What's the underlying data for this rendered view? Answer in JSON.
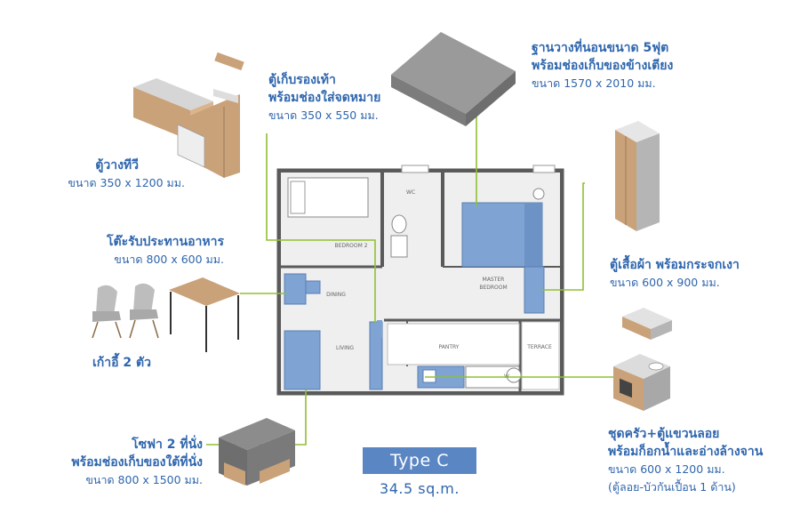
{
  "plan": {
    "type_label": "Type C",
    "area_label": "34.5 sq.m.",
    "rooms": {
      "wc": "WC",
      "bedroom2": "BEDROOM 2",
      "master": "MASTER",
      "master2": "BEDROOM",
      "dining": "DINING",
      "living": "LIVING",
      "pantry": "PANTRY",
      "terrace": "TERRACE",
      "w": "W"
    }
  },
  "callouts": {
    "shoe_cabinet": {
      "title": "ตู้เก็บรองเท้า",
      "title2": "พร้อมช่องใส่จดหมาย",
      "size": "ขนาด 350 x 550 มม."
    },
    "bed_base": {
      "title": "ฐานวางที่นอนขนาด 5ฟุต",
      "title2": "พร้อมช่องเก็บของข้างเตียง",
      "size": "ขนาด 1570 x 2010 มม."
    },
    "tv_cabinet": {
      "title": "ตู้วางทีวี",
      "size": "ขนาด 350 x 1200 มม."
    },
    "dining_table": {
      "title": "โต๊ะรับประทานอาหาร",
      "size": "ขนาด 800 x 600 มม."
    },
    "chairs": {
      "title": "เก้าอี้ 2 ตัว"
    },
    "wardrobe": {
      "title": "ตู้เสื้อผ้า พร้อมกระจกเงา",
      "size": "ขนาด 600 x 900 มม."
    },
    "sofa": {
      "title": "โซฟา 2 ที่นั่ง",
      "title2": "พร้อมช่องเก็บของใต้ที่นั่ง",
      "size": "ขนาด 800 x 1500 มม."
    },
    "kitchen": {
      "title": "ชุดครัว+ตู้แขวนลอย",
      "title2": "พร้อมก็อกน้ำและอ่างล้างจาน",
      "size": "ขนาด 600 x 1200 มม.",
      "note": "(ตู้ลอย-บัวกันเปื้อน 1 ด้าน)"
    }
  },
  "colors": {
    "text": "#2f66ad",
    "leader": "#8fc031",
    "furniture": "#7fa3d3",
    "wall": "#555555",
    "wood": "#c9a27a"
  }
}
